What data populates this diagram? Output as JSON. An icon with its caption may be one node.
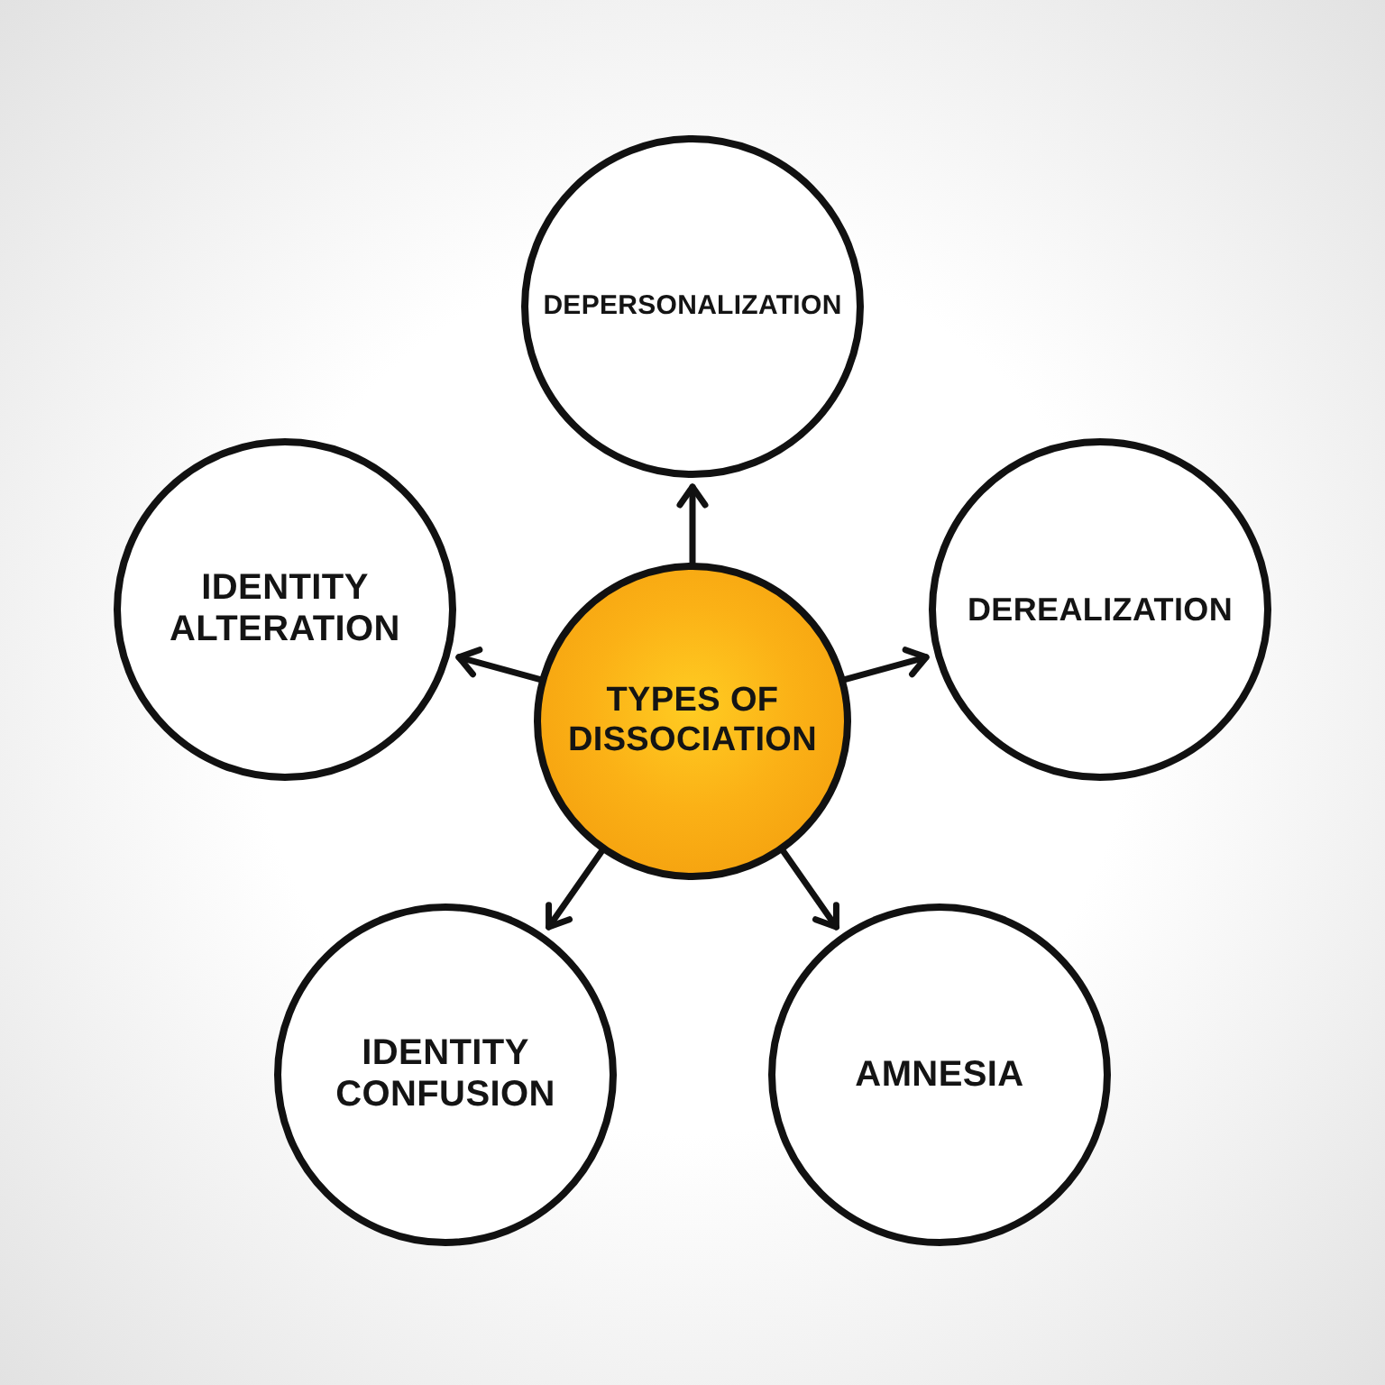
{
  "diagram": {
    "nodes": [
      {
        "text": [
          "DEPERSONALIZATION"
        ]
      },
      {
        "text": [
          "IDENTITY ALTERATION"
        ]
      },
      {
        "text": [
          "TYPES OF DISSOCIATION"
        ]
      },
      {
        "text": [
          "DEREALIZATION"
        ]
      },
      {
        "text": [
          "IDENTITY CONFUSION"
        ]
      },
      {
        "text": [
          "AMNESIA"
        ]
      }
    ],
    "edges": [
      {
        "from": 2,
        "to": 0,
        "arrow": "to"
      },
      {
        "from": 2,
        "to": 3,
        "arrow": "to"
      },
      {
        "from": 2,
        "to": 5,
        "arrow": "to"
      },
      {
        "from": 2,
        "to": 4,
        "arrow": "to"
      },
      {
        "from": 2,
        "to": 1,
        "arrow": "to"
      }
    ]
  }
}
